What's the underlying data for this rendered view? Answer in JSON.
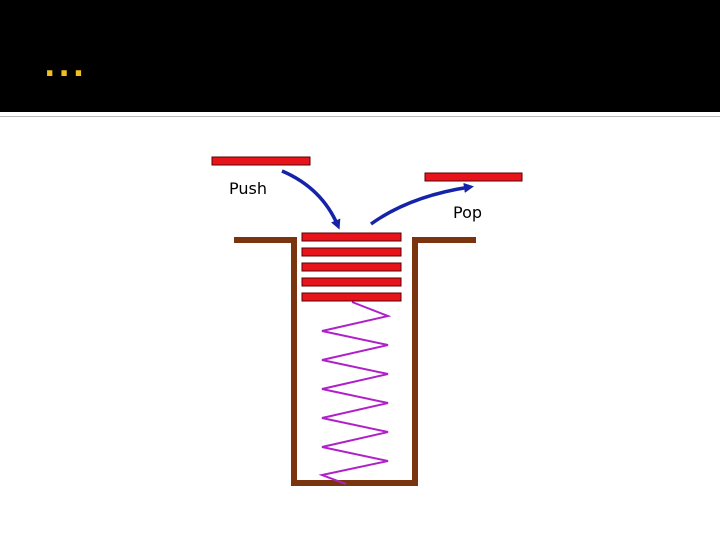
{
  "slide": {
    "title": "...",
    "title_color": "#f0c020"
  },
  "diagram": {
    "labels": {
      "push": "Push",
      "pop": "Pop"
    },
    "colors": {
      "plate_fill": "#e8141c",
      "plate_stroke": "#5a0000",
      "tube": "#7a3410",
      "arrow": "#1423a8",
      "spring": "#b020c8"
    },
    "stack_plate_count": 5
  }
}
